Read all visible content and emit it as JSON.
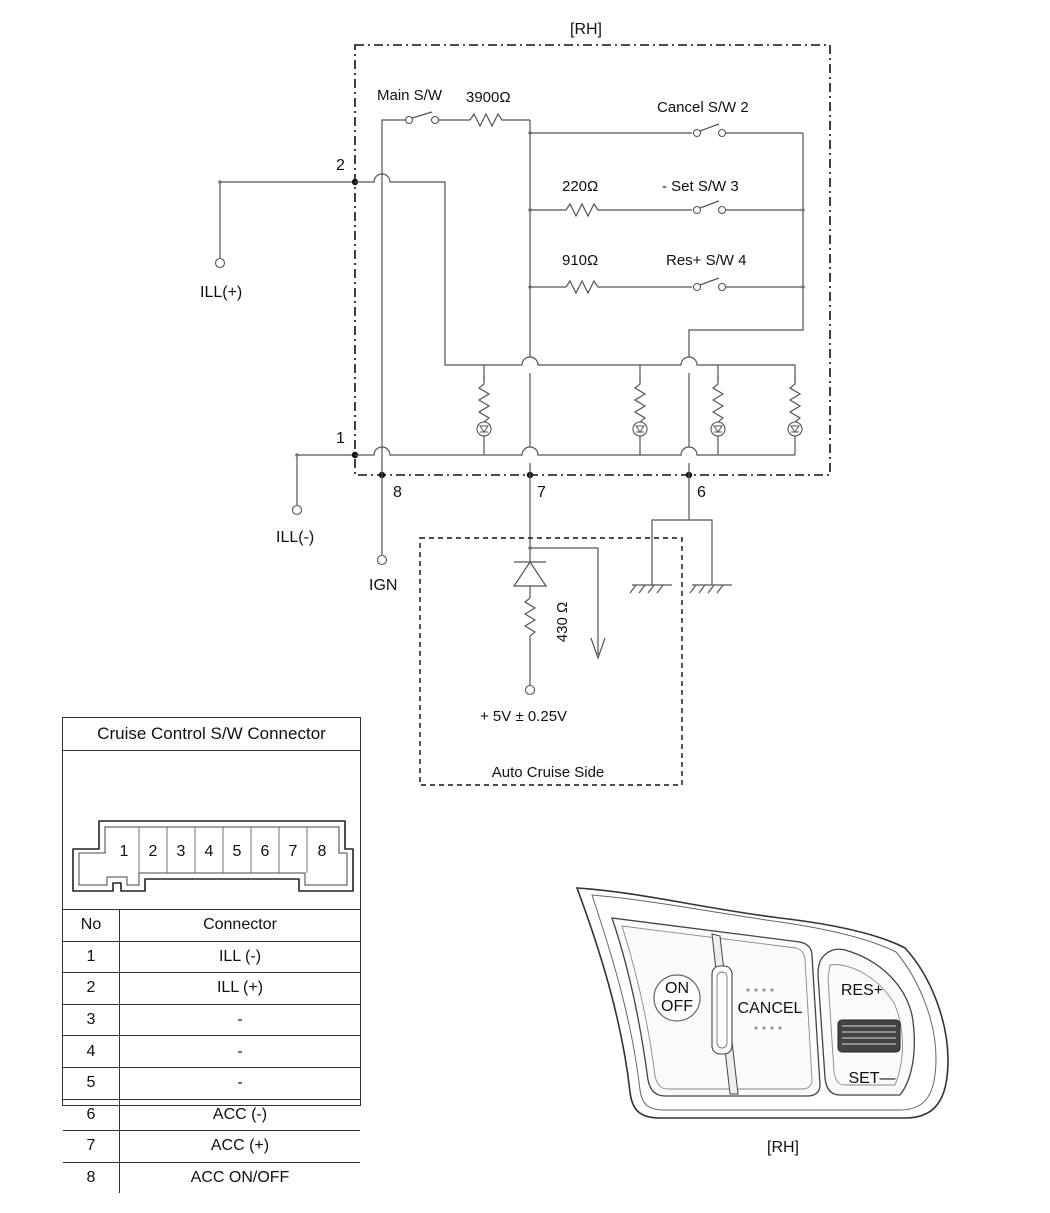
{
  "diagram": {
    "box_label_top": "[RH]",
    "main_sw": "Main S/W",
    "r_main": "3900Ω",
    "cancel_sw": "Cancel S/W 2",
    "r_set": "220Ω",
    "set_sw": "- Set S/W 3",
    "r_res": "910Ω",
    "res_sw": "Res+ S/W 4",
    "pin_2": "2",
    "pin_1": "1",
    "pin_8": "8",
    "pin_7": "7",
    "pin_6": "6",
    "ill_plus": "ILL(+)",
    "ill_minus": "ILL(-)",
    "ign": "IGN",
    "r_430": "430 Ω",
    "supply": "+ 5V ± 0.25V",
    "auto_cruise_side": "Auto Cruise Side"
  },
  "connector": {
    "title": "Cruise Control S/W Connector",
    "pins": [
      "1",
      "2",
      "3",
      "4",
      "5",
      "6",
      "7",
      "8"
    ],
    "header": {
      "no": "No",
      "connector": "Connector"
    },
    "rows": [
      {
        "no": "1",
        "connector": "ILL (-)"
      },
      {
        "no": "2",
        "connector": "ILL (+)"
      },
      {
        "no": "3",
        "connector": "-"
      },
      {
        "no": "4",
        "connector": "-"
      },
      {
        "no": "5",
        "connector": "-"
      },
      {
        "no": "6",
        "connector": "ACC (-)"
      },
      {
        "no": "7",
        "connector": "ACC (+)"
      },
      {
        "no": "8",
        "connector": "ACC ON/OFF"
      }
    ]
  },
  "switch_unit": {
    "on_top": "ON",
    "off_bottom": "OFF",
    "cancel": "CANCEL",
    "res": "RES+",
    "set": "SET—",
    "label": "[RH]"
  }
}
